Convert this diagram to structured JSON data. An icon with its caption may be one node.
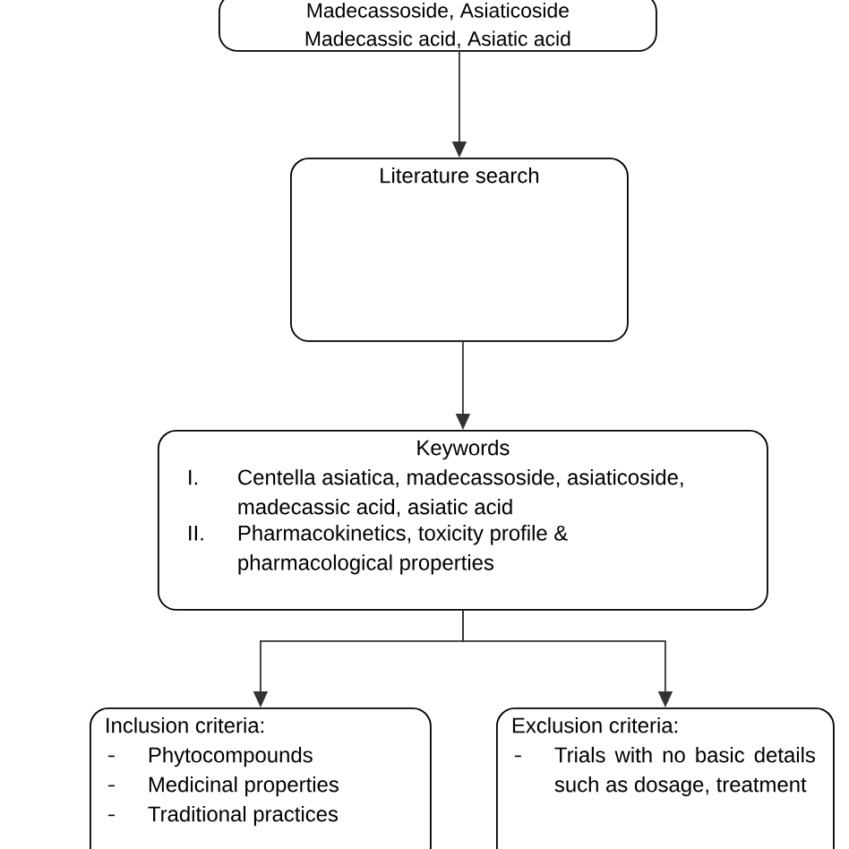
{
  "diagram": {
    "nodes": [
      {
        "text": [
          "Madecassoside, Asiaticoside Madecassic acid, Asiatic acid"
        ]
      },
      {
        "text": [
          "Literature search"
        ]
      },
      {
        "text": [
          "Keywords",
          "I.",
          "Centella asiatica, madecassoside, asiaticoside, madecassic acid, asiatic acid",
          "II.",
          "Pharmacokinetics, toxicity profile & pharmacological properties"
        ]
      },
      {
        "text": [
          "Inclusion criteria:",
          "Phytocompounds",
          "Medicinal properties",
          "Traditional practices"
        ]
      },
      {
        "text": [
          "Exclusion criteria:",
          "Trials with no basic details such as dosage, treatment"
        ]
      }
    ],
    "edges": [
      {
        "from": 0,
        "to": 1,
        "arrow": "to"
      },
      {
        "from": 1,
        "to": 2,
        "arrow": "to"
      },
      {
        "from": 2,
        "to": 3,
        "arrow": "to"
      },
      {
        "from": 2,
        "to": 4,
        "arrow": "to"
      }
    ]
  }
}
